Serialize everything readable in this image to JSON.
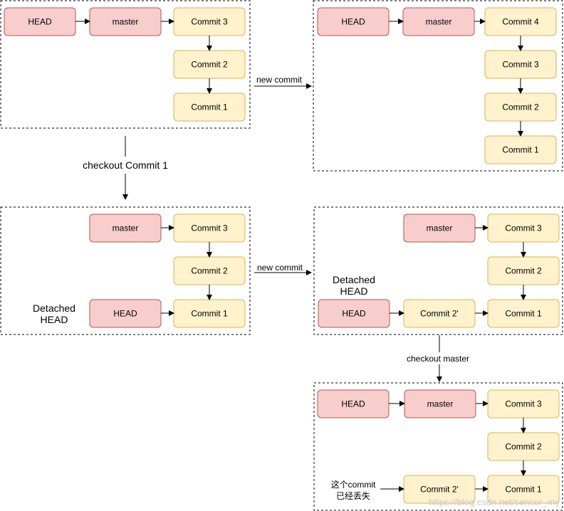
{
  "colors": {
    "ref_fill": "#f8cecc",
    "ref_stroke": "#b85450",
    "commit_fill": "#fff2cc",
    "commit_stroke": "#d6b656"
  },
  "panels": [
    {
      "nodes": [
        {
          "label": "HEAD",
          "kind": "ref"
        },
        {
          "label": "master",
          "kind": "ref"
        },
        {
          "label": "Commit 3",
          "kind": "commit"
        },
        {
          "label": "Commit 2",
          "kind": "commit"
        },
        {
          "label": "Commit 1",
          "kind": "commit"
        }
      ]
    },
    {
      "nodes": [
        {
          "label": "HEAD",
          "kind": "ref"
        },
        {
          "label": "master",
          "kind": "ref"
        },
        {
          "label": "Commit 4",
          "kind": "commit"
        },
        {
          "label": "Commit 3",
          "kind": "commit"
        },
        {
          "label": "Commit 2",
          "kind": "commit"
        },
        {
          "label": "Commit 1",
          "kind": "commit"
        }
      ]
    },
    {
      "nodes": [
        {
          "label": "master",
          "kind": "ref"
        },
        {
          "label": "Commit 3",
          "kind": "commit"
        },
        {
          "label": "Commit 2",
          "kind": "commit"
        },
        {
          "label": "HEAD",
          "kind": "ref"
        },
        {
          "label": "Commit 1",
          "kind": "commit"
        }
      ],
      "detached_label": [
        "Detached",
        "HEAD"
      ]
    },
    {
      "nodes": [
        {
          "label": "master",
          "kind": "ref"
        },
        {
          "label": "Commit 3",
          "kind": "commit"
        },
        {
          "label": "Commit 2",
          "kind": "commit"
        },
        {
          "label": "HEAD",
          "kind": "ref"
        },
        {
          "label": "Commit 2'",
          "kind": "commit"
        },
        {
          "label": "Commit 1",
          "kind": "commit"
        }
      ],
      "detached_label": [
        "Detached",
        "HEAD"
      ]
    },
    {
      "nodes": [
        {
          "label": "HEAD",
          "kind": "ref"
        },
        {
          "label": "master",
          "kind": "ref"
        },
        {
          "label": "Commit 3",
          "kind": "commit"
        },
        {
          "label": "Commit 2",
          "kind": "commit"
        },
        {
          "label": "Commit 2'",
          "kind": "commit"
        },
        {
          "label": "Commit 1",
          "kind": "commit"
        }
      ],
      "lost_label": [
        "这个commit",
        "已经丢失"
      ]
    }
  ],
  "transitions": {
    "new_commit_1": "new commit",
    "checkout_commit_1": "checkout Commit 1",
    "new_commit_2": "new commit",
    "checkout_master": "checkout master"
  },
  "watermark": "https://blog.csdn.net/sensor_my"
}
